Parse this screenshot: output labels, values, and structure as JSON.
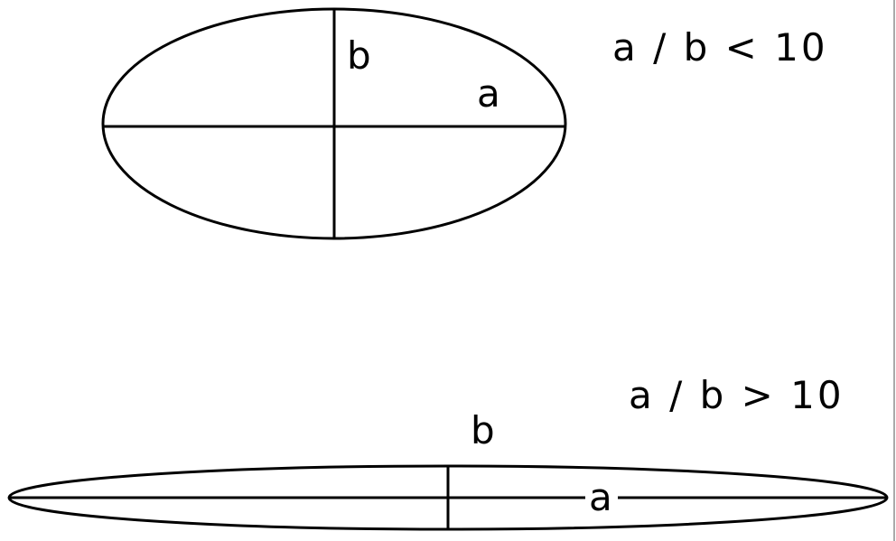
{
  "top_figure": {
    "semi_minor_label": "b",
    "semi_major_label": "a",
    "ratio_caption": "a / b < 10"
  },
  "bottom_figure": {
    "semi_minor_label": "b",
    "semi_major_label": "a",
    "ratio_caption": "a / b > 10"
  }
}
